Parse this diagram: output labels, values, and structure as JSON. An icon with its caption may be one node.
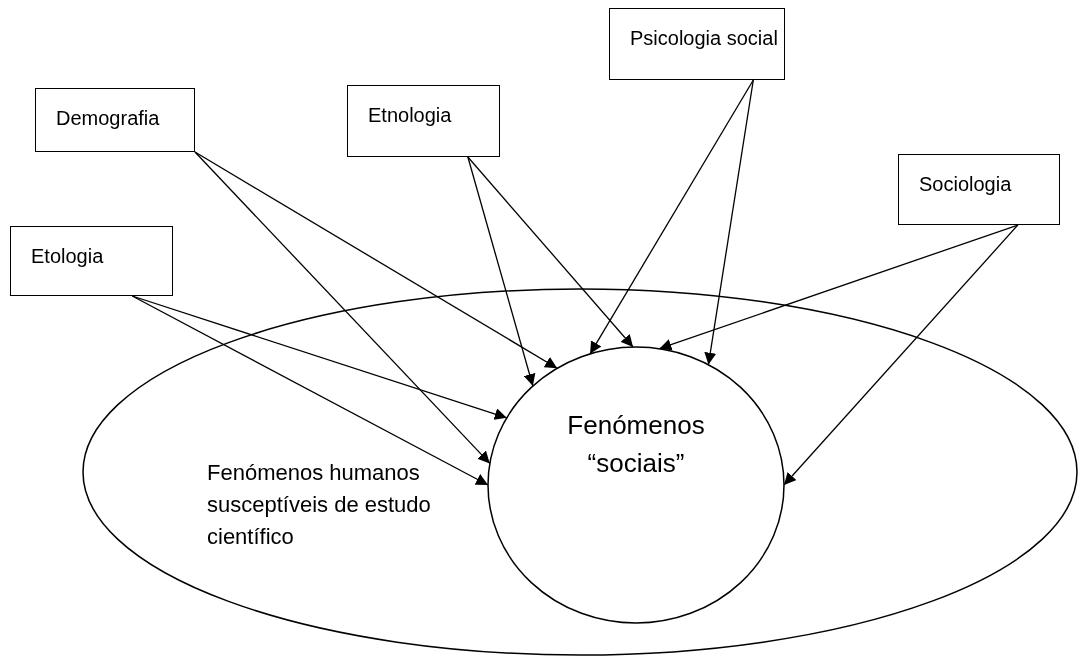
{
  "diagram": {
    "nodes": [
      {
        "text": [
          "Demografia"
        ]
      },
      {
        "text": [
          "Etnologia"
        ]
      },
      {
        "text": [
          "Psicologia social"
        ]
      },
      {
        "text": [
          "Sociologia"
        ]
      },
      {
        "text": [
          "Etologia"
        ]
      },
      {
        "text": [
          "Fenómenos humanos susceptíveis de estudo científico"
        ]
      },
      {
        "text": [
          "Fenómenos “sociais”"
        ],
        "in": 5
      }
    ],
    "edges": [
      {
        "from": 0,
        "to": 6,
        "arrow": "to"
      },
      {
        "from": 0,
        "to": 6,
        "arrow": "to"
      },
      {
        "from": 1,
        "to": 6,
        "arrow": "to"
      },
      {
        "from": 1,
        "to": 6,
        "arrow": "to"
      },
      {
        "from": 2,
        "to": 6,
        "arrow": "to"
      },
      {
        "from": 2,
        "to": 6,
        "arrow": "to"
      },
      {
        "from": 3,
        "to": 6,
        "arrow": "to"
      },
      {
        "from": 3,
        "to": 6,
        "arrow": "to"
      },
      {
        "from": 4,
        "to": 6,
        "arrow": "to"
      },
      {
        "from": 4,
        "to": 6,
        "arrow": "to"
      }
    ]
  }
}
